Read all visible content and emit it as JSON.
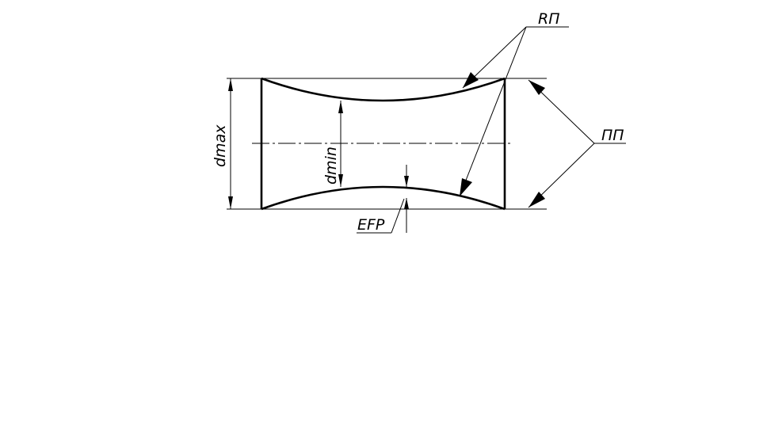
{
  "diagram": {
    "labels": {
      "dmax": "dmax",
      "dmin": "dmin",
      "efp": "EFP",
      "rp": "RП",
      "pp": "ПП"
    },
    "colors": {
      "line": "#000000",
      "background": "#ffffff"
    }
  }
}
